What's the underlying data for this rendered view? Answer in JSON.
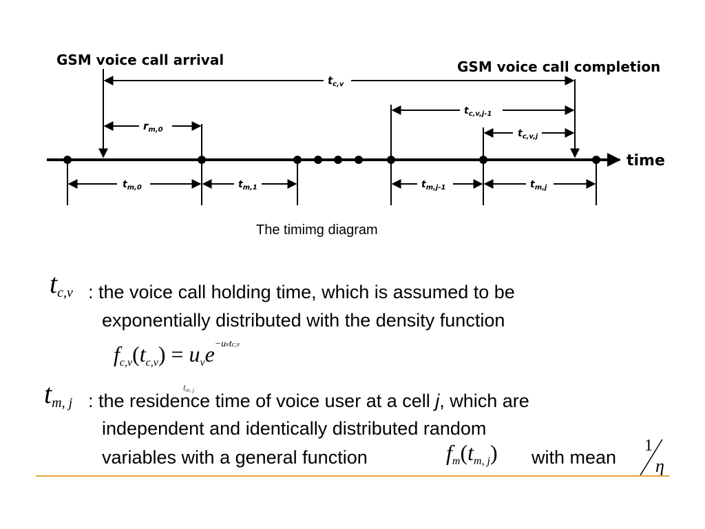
{
  "diagram": {
    "label_arrival": "GSM voice call arrival",
    "label_completion": "GSM voice call completion",
    "label_time": "time",
    "label_tcv": "t",
    "label_tcv_sub": "c,v",
    "label_tcvj1": "t",
    "label_tcvj1_sub": "c,v,j-1",
    "label_tcvj": "t",
    "label_tcvj_sub": "c,v,j",
    "label_rm0": "r",
    "label_rm0_sub": "m,0",
    "label_tm0": "t",
    "label_tm0_sub": "m,0",
    "label_tm1": "t",
    "label_tm1_sub": "m,1",
    "label_tmj1": "t",
    "label_tmj1_sub": "m,j-1",
    "label_tmj": "t",
    "label_tmj_sub": "m,j"
  },
  "caption": "The timimg diagram",
  "definitions": {
    "tcv": {
      "symbol": "t",
      "symbol_sub": "c,v",
      "line1": ": the voice call holding time, which is assumed to be",
      "line2": "exponentially distributed with  the  density function"
    },
    "formula": {
      "f": "f",
      "f_sub": "c,v",
      "open": "(",
      "t": "t",
      "t_sub": "c,v",
      "close": ") = ",
      "u": "u",
      "u_sub": "v",
      "e": "e",
      "exp": "−u",
      "exp_sub": "v",
      "exp_t": "t",
      "exp_t_sub": "c,v"
    },
    "tmj": {
      "symbol": "t",
      "symbol_sub": "m, j",
      "ghost": "t",
      "ghost_sub": "m, j",
      "line1_pre": ": the residence time of voice user at  a cell ",
      "line1_j": "j",
      "line1_post": ", which are",
      "line2": "independent and identically distributed random",
      "line3": "variables with a general function",
      "fm": "f",
      "fm_sub": "m",
      "fm_open": "(",
      "fm_t": "t",
      "fm_t_sub": "m, j",
      "fm_close": ")",
      "with_mean": "with mean",
      "mean_num": "1",
      "mean_den": "η"
    }
  },
  "colors": {
    "divider": "#e8a33a",
    "ink": "#000000"
  }
}
